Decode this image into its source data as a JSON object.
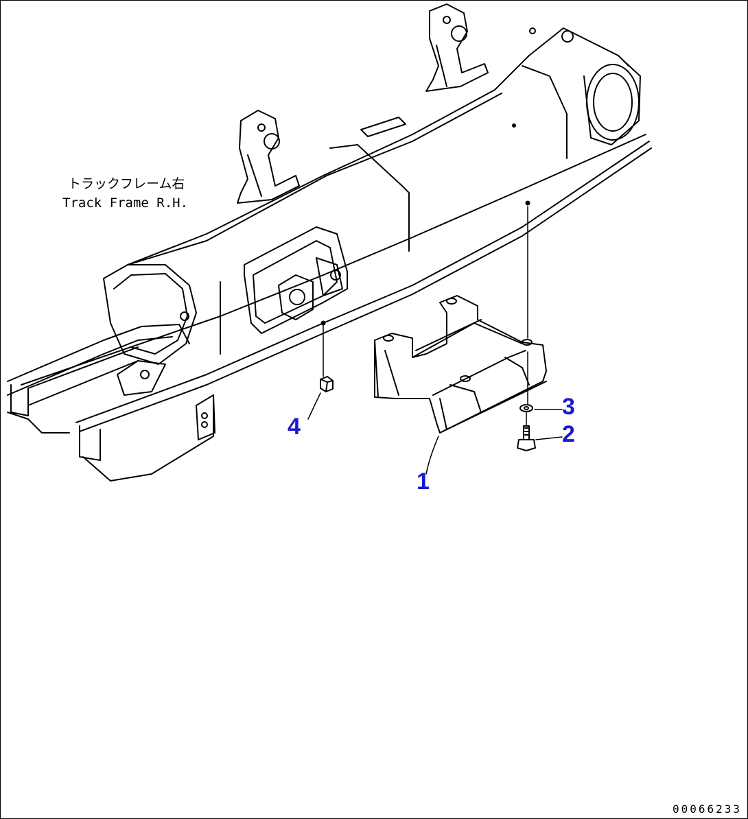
{
  "title_jp": "トラックフレーム右",
  "title_en": "Track Frame R.H.",
  "callouts": {
    "part_1": "1",
    "part_2": "2",
    "part_3": "3",
    "part_4": "4"
  },
  "drawing_number": "00066233",
  "colors": {
    "line": "#000000",
    "callout": "#1a1ad0",
    "background": "#ffffff"
  }
}
